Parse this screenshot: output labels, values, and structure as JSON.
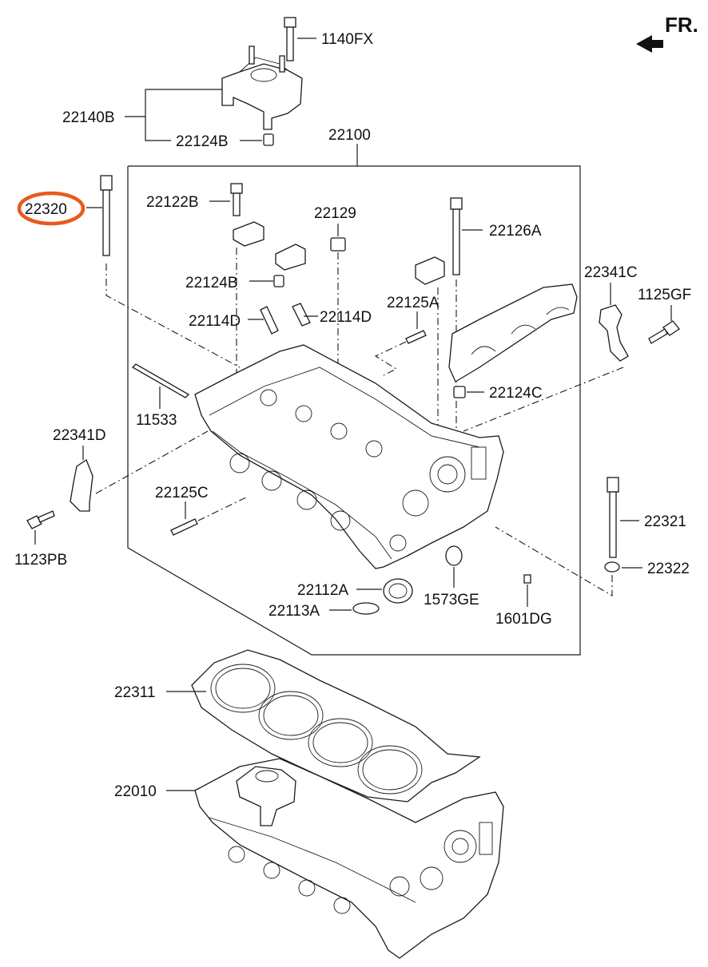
{
  "direction": "FR.",
  "highlight_color": "#e8591d",
  "labels": {
    "p1140FX": "1140FX",
    "p22140B": "22140B",
    "p22124B_top": "22124B",
    "p22100": "22100",
    "p22320": "22320",
    "p22122B": "22122B",
    "p22129": "22129",
    "p22126A": "22126A",
    "p22341C": "22341C",
    "p1125GF": "1125GF",
    "p22124B_mid": "22124B",
    "p22114D_left": "22114D",
    "p22114D_right": "22114D",
    "p22125A": "22125A",
    "p22124C": "22124C",
    "p11533": "11533",
    "p22341D": "22341D",
    "p22125C": "22125C",
    "p22321": "22321",
    "p1123PB": "1123PB",
    "p22322": "22322",
    "p22112A": "22112A",
    "p1573GE": "1573GE",
    "p22113A": "22113A",
    "p1601DG": "1601DG",
    "p22311": "22311",
    "p22010": "22010"
  },
  "highlighted_part": "22320"
}
